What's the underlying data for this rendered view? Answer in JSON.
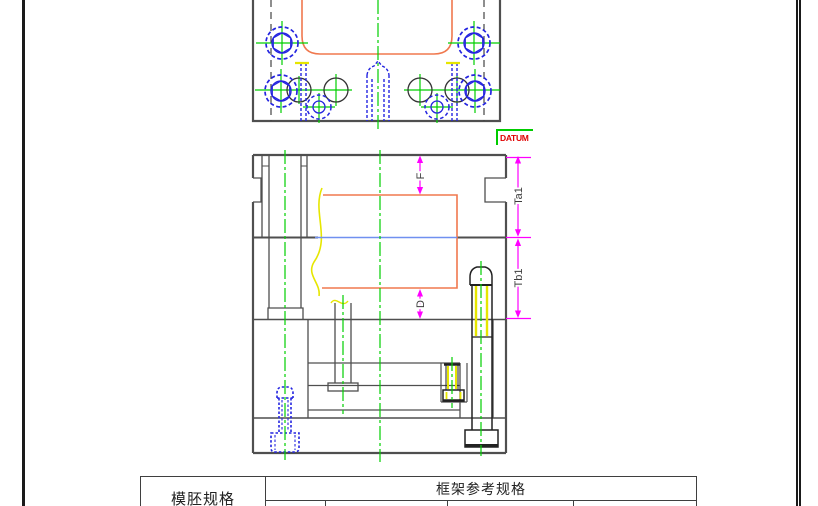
{
  "sheet": {
    "border_color": "#1a1a1a"
  },
  "views": {
    "datum_label": "DATUM",
    "dimensions": {
      "cavity_top": "F",
      "a_plate": "Ta1",
      "b_plate": "Tb1",
      "cavity_bottom": "D"
    }
  },
  "table": {
    "mold_base_header": "模胚规格",
    "frame_header": "框架参考规格"
  },
  "colors": {
    "plate_outline": "#4f4f4f",
    "cavity_orange": "#f0784e",
    "bolt_blue": "#2424e0",
    "centerline_green": "#00cf00",
    "dimension_magenta": "#ff00ff",
    "break_yellow": "#e6e600",
    "parting_blue": "#7090f0",
    "datum_red": "#e00000",
    "datum_green": "#00cc00"
  }
}
